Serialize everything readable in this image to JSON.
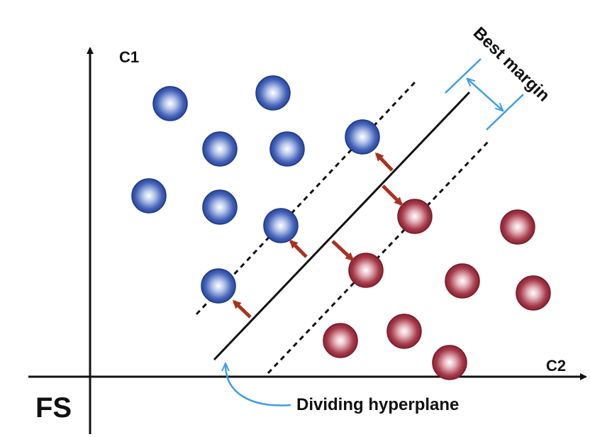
{
  "labels": {
    "y_axis": "C1",
    "x_axis": "C2",
    "corner": "FS",
    "hyperplane": "Dividing hyperplane",
    "margin": "Best margin"
  },
  "colors": {
    "class_blue": "#2f4fa8",
    "class_red": "#9a2a3a",
    "arrow": "#a83222",
    "annotation": "#3c9ee6",
    "ink": "#111111"
  }
}
